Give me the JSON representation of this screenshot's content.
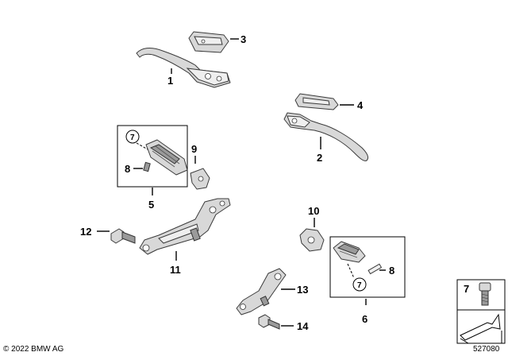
{
  "callouts": {
    "c1": "1",
    "c2": "2",
    "c3": "3",
    "c4": "4",
    "c5": "5",
    "c6": "6",
    "c7": "7",
    "c8": "8",
    "c9": "9",
    "c10": "10",
    "c11": "11",
    "c12": "12",
    "c13": "13",
    "c14": "14"
  },
  "circled": {
    "group5": "7",
    "group6": "7"
  },
  "legend": {
    "label": "7"
  },
  "footer": {
    "copyright": "© 2022 BMW AG",
    "diagram_id": "527080"
  },
  "colors": {
    "part_fill": "#d8d8d8",
    "outline": "#3a3a3a",
    "text": "#000000"
  }
}
